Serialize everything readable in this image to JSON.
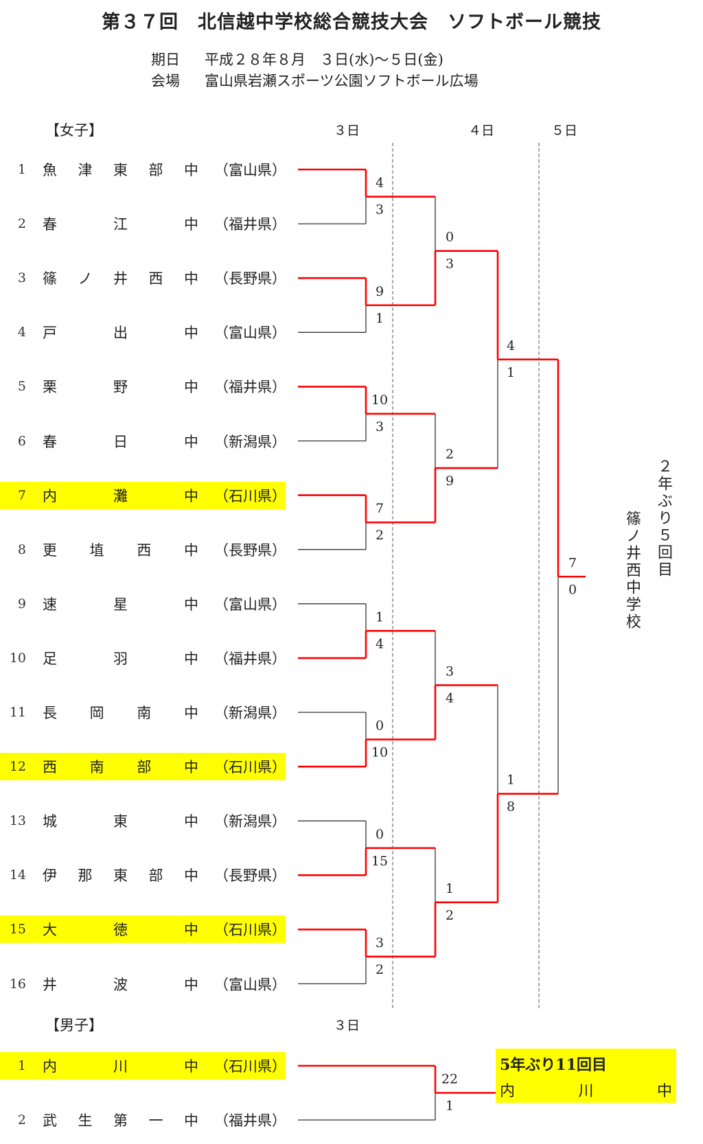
{
  "title": "第３７回　北信越中学校総合競技大会　ソフトボール競技",
  "info": {
    "date_label": "期日",
    "date_value": "平成２８年８月　３日(水)～５日(金)",
    "venue_label": "会場",
    "venue_value": "富山県岩瀬スポーツ公園ソフトボール広場"
  },
  "colors": {
    "winner_line": "#ff0000",
    "loser_line": "#333333",
    "highlight": "#ffff00"
  },
  "women": {
    "heading": "【女子】",
    "days": [
      "３日",
      "４日",
      "５日"
    ],
    "teams": [
      {
        "no": "1",
        "name": [
          "魚",
          "津",
          "東",
          "部",
          "中"
        ],
        "pref": "（富山県）",
        "highlight": false
      },
      {
        "no": "2",
        "name": [
          "春",
          "江",
          "中"
        ],
        "pref": "（福井県）",
        "highlight": false
      },
      {
        "no": "3",
        "name": [
          "篠",
          "ノ",
          "井",
          "西",
          "中"
        ],
        "pref": "（長野県）",
        "highlight": false
      },
      {
        "no": "4",
        "name": [
          "戸",
          "出",
          "中"
        ],
        "pref": "（富山県）",
        "highlight": false
      },
      {
        "no": "5",
        "name": [
          "栗",
          "野",
          "中"
        ],
        "pref": "（福井県）",
        "highlight": false
      },
      {
        "no": "6",
        "name": [
          "春",
          "日",
          "中"
        ],
        "pref": "（新潟県）",
        "highlight": false
      },
      {
        "no": "7",
        "name": [
          "内",
          "灘",
          "中"
        ],
        "pref": "（石川県）",
        "highlight": true
      },
      {
        "no": "8",
        "name": [
          "更",
          "埴",
          "西",
          "中"
        ],
        "pref": "（長野県）",
        "highlight": false
      },
      {
        "no": "9",
        "name": [
          "速",
          "星",
          "中"
        ],
        "pref": "（富山県）",
        "highlight": false
      },
      {
        "no": "10",
        "name": [
          "足",
          "羽",
          "中"
        ],
        "pref": "（福井県）",
        "highlight": false
      },
      {
        "no": "11",
        "name": [
          "長",
          "岡",
          "南",
          "中"
        ],
        "pref": "（新潟県）",
        "highlight": false
      },
      {
        "no": "12",
        "name": [
          "西",
          "南",
          "部",
          "中"
        ],
        "pref": "（石川県）",
        "highlight": true
      },
      {
        "no": "13",
        "name": [
          "城",
          "東",
          "中"
        ],
        "pref": "（新潟県）",
        "highlight": false
      },
      {
        "no": "14",
        "name": [
          "伊",
          "那",
          "東",
          "部",
          "中"
        ],
        "pref": "（長野県）",
        "highlight": false
      },
      {
        "no": "15",
        "name": [
          "大",
          "徳",
          "中"
        ],
        "pref": "（石川県）",
        "highlight": true
      },
      {
        "no": "16",
        "name": [
          "井",
          "波",
          "中"
        ],
        "pref": "（富山県）",
        "highlight": false
      }
    ],
    "rounds": [
      [
        [
          4,
          3
        ],
        [
          9,
          1
        ],
        [
          10,
          3
        ],
        [
          7,
          2
        ],
        [
          1,
          4
        ],
        [
          0,
          10
        ],
        [
          0,
          15
        ],
        [
          3,
          2
        ]
      ],
      [
        [
          0,
          3
        ],
        [
          2,
          9
        ],
        [
          3,
          4
        ],
        [
          1,
          2
        ]
      ],
      [
        [
          4,
          1
        ],
        [
          1,
          8
        ]
      ],
      [
        [
          7,
          0
        ]
      ]
    ],
    "champion_note": "２年ぶり５回目",
    "champion_name": "篠ノ井西中学校"
  },
  "men": {
    "heading": "【男子】",
    "day": "３日",
    "teams": [
      {
        "no": "1",
        "name": [
          "内",
          "川",
          "中"
        ],
        "pref": "（石川県）",
        "highlight": true
      },
      {
        "no": "2",
        "name": [
          "武",
          "生",
          "第",
          "一",
          "中"
        ],
        "pref": "（福井県）",
        "highlight": false
      }
    ],
    "rounds": [
      [
        [
          22,
          1
        ]
      ]
    ],
    "champion_note": "5年ぶり11回目",
    "champion_name": [
      "内",
      "川",
      "中"
    ]
  }
}
